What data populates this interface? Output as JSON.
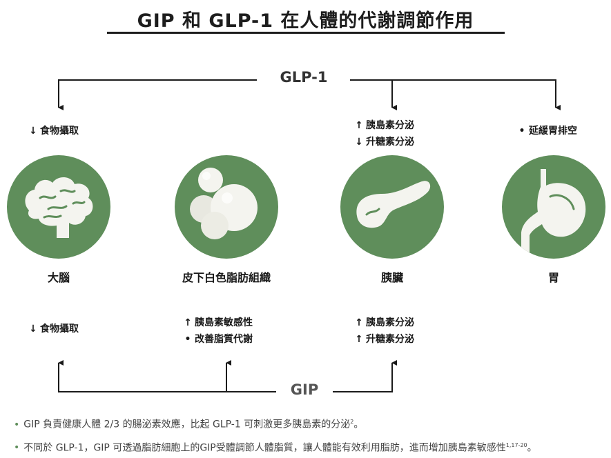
{
  "title": "GIP 和 GLP-1 在人體的代謝調節作用",
  "hubs": {
    "glp1": "GLP-1",
    "gip": "GIP"
  },
  "organs": [
    {
      "name": "大腦",
      "icon": "brain-icon"
    },
    {
      "name": "皮下白色脂肪組織",
      "icon": "fat-cells-icon"
    },
    {
      "name": "胰臟",
      "icon": "pancreas-icon"
    },
    {
      "name": "胃",
      "icon": "stomach-icon"
    }
  ],
  "glp1_effects": {
    "brain": [
      {
        "symbol": "↓",
        "text": "食物攝取"
      }
    ],
    "pancreas": [
      {
        "symbol": "↑",
        "text": "胰島素分泌"
      },
      {
        "symbol": "↓",
        "text": "升糖素分泌"
      }
    ],
    "stomach": [
      {
        "symbol": "•",
        "text": "延緩胃排空"
      }
    ]
  },
  "gip_effects": {
    "brain": [
      {
        "symbol": "↓",
        "text": "食物攝取"
      }
    ],
    "fat": [
      {
        "symbol": "↑",
        "text": "胰島素敏感性"
      },
      {
        "symbol": "•",
        "text": "改善脂質代謝"
      }
    ],
    "pancreas": [
      {
        "symbol": "↑",
        "text": "胰島素分泌"
      },
      {
        "symbol": "↑",
        "text": "升糖素分泌"
      }
    ]
  },
  "notes": [
    {
      "text": "GIP 負責健康人體 2/3 的腸泌素效應，比起 GLP-1 可刺激更多胰島素的分泌",
      "sup": "2",
      "end": "。"
    },
    {
      "text": "不同於 GLP-1，GIP 可透過脂肪細胞上的GIP受體調節人體脂質，讓人體能有效利用脂肪，進而增加胰島素敏感性",
      "sup": "1,17-20",
      "end": "。"
    }
  ],
  "colors": {
    "circle": "#5f8e5b",
    "text": "#1a1a1a"
  }
}
